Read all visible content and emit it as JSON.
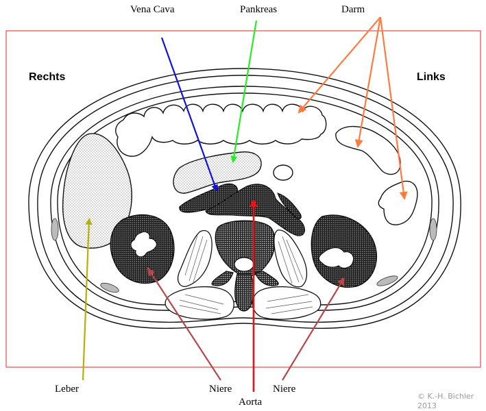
{
  "labels": {
    "vena_cava": "Vena Cava",
    "pankreas": "Pankreas",
    "darm": "Darm",
    "rechts": "Rechts",
    "links": "Links",
    "leber": "Leber",
    "niere_right": "Niere",
    "niere_left": "Niere",
    "aorta": "Aorta"
  },
  "copyright": {
    "line1": "© K.-H. Bichler",
    "line2": "2013"
  },
  "colors": {
    "frame": "#e8484a",
    "vena_cava_arrow": "#1010e0",
    "pankreas_arrow": "#22ee22",
    "darm_arrow": "#ff7a3c",
    "leber_arrow": "#b8b000",
    "niere_arrow": "#b5474a",
    "aorta_arrow": "#ee1111"
  }
}
